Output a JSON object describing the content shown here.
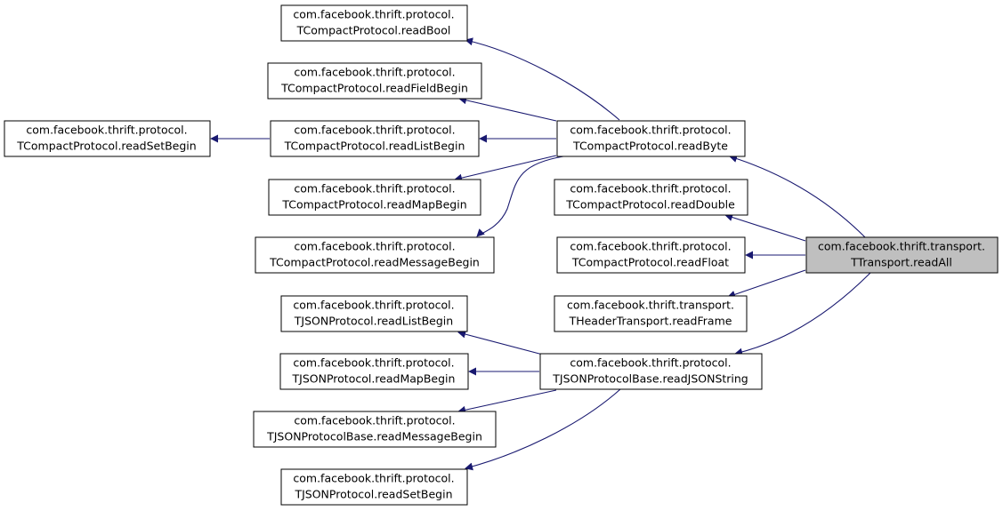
{
  "graph": {
    "edge_color": "#191970",
    "root_fill": "#bfbfbf",
    "root": {
      "line1": "com.facebook.thrift.transport.",
      "line2": "TTransport.readAll"
    },
    "nodes": {
      "readBool": {
        "line1": "com.facebook.thrift.protocol.",
        "line2": "TCompactProtocol.readBool"
      },
      "readFieldBegin": {
        "line1": "com.facebook.thrift.protocol.",
        "line2": "TCompactProtocol.readFieldBegin"
      },
      "readSetBegin_c": {
        "line1": "com.facebook.thrift.protocol.",
        "line2": "TCompactProtocol.readSetBegin"
      },
      "readListBegin_c": {
        "line1": "com.facebook.thrift.protocol.",
        "line2": "TCompactProtocol.readListBegin"
      },
      "readByte": {
        "line1": "com.facebook.thrift.protocol.",
        "line2": "TCompactProtocol.readByte"
      },
      "readMapBegin_c": {
        "line1": "com.facebook.thrift.protocol.",
        "line2": "TCompactProtocol.readMapBegin"
      },
      "readDouble": {
        "line1": "com.facebook.thrift.protocol.",
        "line2": "TCompactProtocol.readDouble"
      },
      "readMessageBegin_c": {
        "line1": "com.facebook.thrift.protocol.",
        "line2": "TCompactProtocol.readMessageBegin"
      },
      "readFloat": {
        "line1": "com.facebook.thrift.protocol.",
        "line2": "TCompactProtocol.readFloat"
      },
      "readFrame": {
        "line1": "com.facebook.thrift.transport.",
        "line2": "THeaderTransport.readFrame"
      },
      "readListBegin_j": {
        "line1": "com.facebook.thrift.protocol.",
        "line2": "TJSONProtocol.readListBegin"
      },
      "readJSONString": {
        "line1": "com.facebook.thrift.protocol.",
        "line2": "TJSONProtocolBase.readJSONString"
      },
      "readMapBegin_j": {
        "line1": "com.facebook.thrift.protocol.",
        "line2": "TJSONProtocol.readMapBegin"
      },
      "readMessageBegin_j": {
        "line1": "com.facebook.thrift.protocol.",
        "line2": "TJSONProtocolBase.readMessageBegin"
      },
      "readSetBegin_j": {
        "line1": "com.facebook.thrift.protocol.",
        "line2": "TJSONProtocol.readSetBegin"
      }
    }
  }
}
